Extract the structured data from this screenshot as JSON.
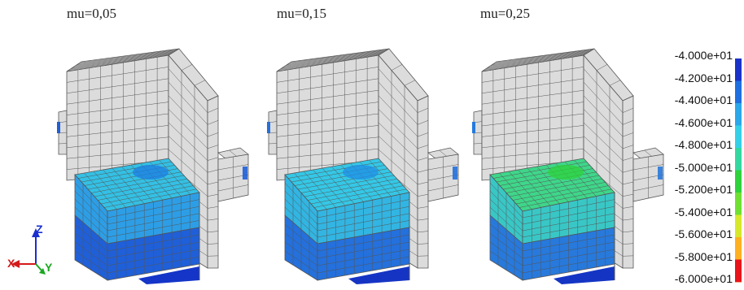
{
  "panels": [
    {
      "title": "mu=0,05",
      "cube_top": "#34c0e4",
      "cube_patch": "#1c7de0",
      "front_upper": "#2d9ee6",
      "front_lower": "#1f5fd8",
      "bottom": "#1435c8"
    },
    {
      "title": "mu=0,15",
      "cube_top": "#35c7e6",
      "cube_patch": "#1f8fe4",
      "front_upper": "#32b5e2",
      "front_lower": "#2470dc",
      "bottom": "#1634c4"
    },
    {
      "title": "mu=0,25",
      "cube_top": "#3fd68a",
      "cube_patch": "#2ed13c",
      "front_upper": "#39c7c6",
      "front_lower": "#2779dc",
      "bottom": "#1435c4"
    }
  ],
  "legend": {
    "labels": [
      "-4.000e+01",
      "-4.200e+01",
      "-4.400e+01",
      "-4.600e+01",
      "-4.800e+01",
      "-5.000e+01",
      "-5.200e+01",
      "-5.400e+01",
      "-5.600e+01",
      "-5.800e+01",
      "-6.000e+01"
    ],
    "colors": [
      "#1a32c8",
      "#1f6fe0",
      "#2aa8ea",
      "#34d0e8",
      "#33d8a0",
      "#2ed23c",
      "#6fe032",
      "#d6e82a",
      "#ffb020",
      "#ff5a1e",
      "#e8141a"
    ]
  },
  "axes": {
    "z": "Z",
    "x": "X",
    "y": "Y",
    "z_color": "#1a2fd0",
    "x_color": "#d41a1a",
    "y_color": "#19a81f"
  },
  "mesh_gray": "#dcdcdc"
}
